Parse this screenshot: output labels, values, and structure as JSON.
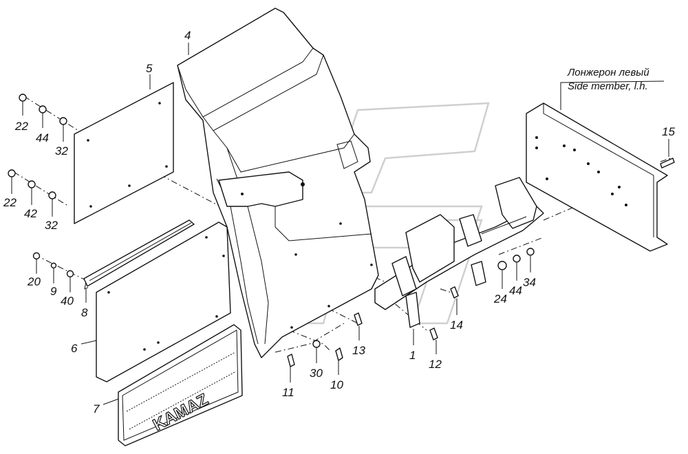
{
  "colors": {
    "line": "#111111",
    "background": "#ffffff",
    "watermark": "#cfcfcf"
  },
  "caption": {
    "ru": "Лонжерон левый",
    "en": "Side member, l.h."
  },
  "mudflap_text": "KAMAZ",
  "callouts": [
    {
      "id": "c4",
      "text": "4"
    },
    {
      "id": "c5",
      "text": "5"
    },
    {
      "id": "c22a",
      "text": "22"
    },
    {
      "id": "c44a",
      "text": "44"
    },
    {
      "id": "c32a",
      "text": "32"
    },
    {
      "id": "c22b",
      "text": "22"
    },
    {
      "id": "c42",
      "text": "42"
    },
    {
      "id": "c32b",
      "text": "32"
    },
    {
      "id": "c20",
      "text": "20"
    },
    {
      "id": "c9",
      "text": "9"
    },
    {
      "id": "c40",
      "text": "40"
    },
    {
      "id": "c8",
      "text": "8"
    },
    {
      "id": "c6",
      "text": "6"
    },
    {
      "id": "c7",
      "text": "7"
    },
    {
      "id": "c11",
      "text": "11"
    },
    {
      "id": "c30",
      "text": "30"
    },
    {
      "id": "c10",
      "text": "10"
    },
    {
      "id": "c13",
      "text": "13"
    },
    {
      "id": "c1",
      "text": "1"
    },
    {
      "id": "c12",
      "text": "12"
    },
    {
      "id": "c14",
      "text": "14"
    },
    {
      "id": "c24",
      "text": "24"
    },
    {
      "id": "c44b",
      "text": "44"
    },
    {
      "id": "c34",
      "text": "34"
    },
    {
      "id": "c15",
      "text": "15"
    }
  ]
}
